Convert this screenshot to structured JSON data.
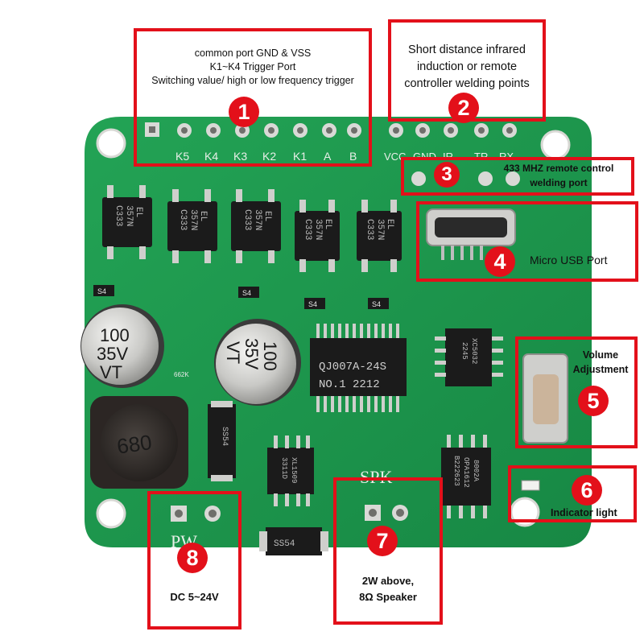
{
  "silkscreen": {
    "header_pins": [
      "K5",
      "K4",
      "K3",
      "K2",
      "K1",
      "A",
      "B"
    ],
    "right_header_pins": [
      "VCC",
      "GND",
      "IR",
      "TR",
      "RX"
    ],
    "spk_label": "SPK",
    "pw_label": "PW",
    "component_markings": {
      "optocoupler": [
        "EL",
        "357N",
        "C333"
      ],
      "capacitor": [
        "100",
        "35V",
        "VT"
      ],
      "inductor": "680",
      "main_ic": [
        "QJ007A-24S",
        "NO.1  2212"
      ],
      "chip_middle_right": [
        "XC5032",
        "2245"
      ],
      "chip_amp": [
        "8002A",
        "OPA1612",
        "B222623"
      ],
      "chip_regulator": [
        "XL1509",
        "3311D"
      ],
      "diode": "SS54",
      "small_parts": [
        "S4",
        "S4",
        "S4",
        "S4",
        "662K"
      ]
    }
  },
  "callouts": [
    {
      "number": "1",
      "lines": [
        "common port GND & VSS",
        "K1~K4 Trigger Port",
        "Switching value/ high or low frequency trigger"
      ]
    },
    {
      "number": "2",
      "lines": [
        "Short distance infrared",
        "induction or remote",
        "controller welding points"
      ]
    },
    {
      "number": "3",
      "lines": [
        "433 MHZ remote control",
        "welding port"
      ]
    },
    {
      "number": "4",
      "lines": [
        "Micro USB Port"
      ]
    },
    {
      "number": "5",
      "lines": [
        "Volume",
        "Adjustment"
      ]
    },
    {
      "number": "6",
      "lines": [
        "Indicator light"
      ]
    },
    {
      "number": "7",
      "lines": [
        "2W above,",
        "8Ω Speaker"
      ]
    },
    {
      "number": "8",
      "lines": [
        "DC 5~24V"
      ]
    }
  ],
  "colors": {
    "annotation_red": "#e3101a",
    "pcb_green": "#1f9a4e",
    "pcb_dark_green": "#17803f",
    "pad_silver": "#d9d9d6"
  }
}
